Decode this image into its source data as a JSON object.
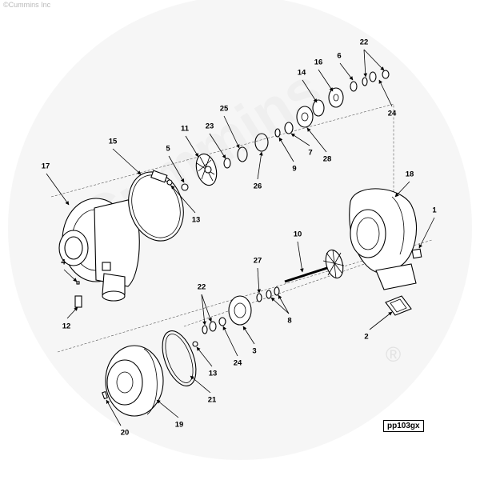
{
  "copyright": "©Cummins Inc",
  "watermark": {
    "brand": "Cummins",
    "registered": "®"
  },
  "figure_code": "pp103gx",
  "callouts": [
    "1",
    "2",
    "3",
    "4",
    "5",
    "6",
    "7",
    "8",
    "9",
    "10",
    "11",
    "12",
    "13",
    "13",
    "14",
    "15",
    "16",
    "17",
    "18",
    "19",
    "20",
    "21",
    "22",
    "22",
    "23",
    "24",
    "24",
    "25",
    "26",
    "27",
    "28"
  ]
}
